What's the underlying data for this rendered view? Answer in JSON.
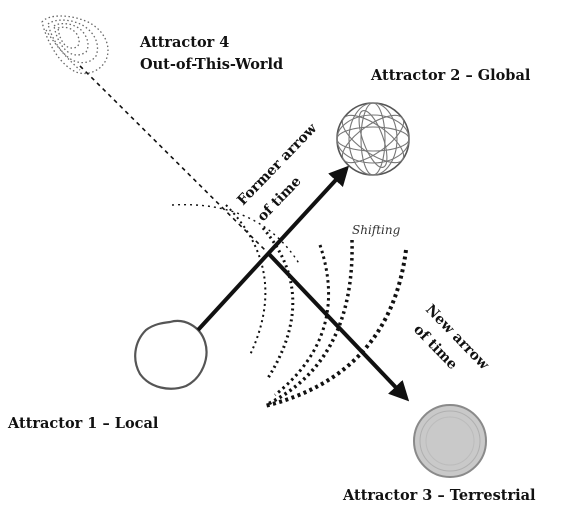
{
  "labels": {
    "attractor4_line1": "Attractor 4",
    "attractor4_line2": "Out-of-This-World",
    "attractor2": "Attractor 2 – Global",
    "attractor1": "Attractor 1 – Local",
    "attractor3": "Attractor 3 – Terrestrial",
    "former_arrow_line1": "Former arrow",
    "former_arrow_line2": "of time",
    "new_arrow_line1": "New arrow",
    "new_arrow_line2": "of time",
    "shifting": "Shifting"
  },
  "colors": {
    "ink": "#111111",
    "sphere_fill": "#c9c9c9",
    "sphere_stroke": "#8a8a8a",
    "globe_stroke": "#777777",
    "dotted": "#666666"
  }
}
